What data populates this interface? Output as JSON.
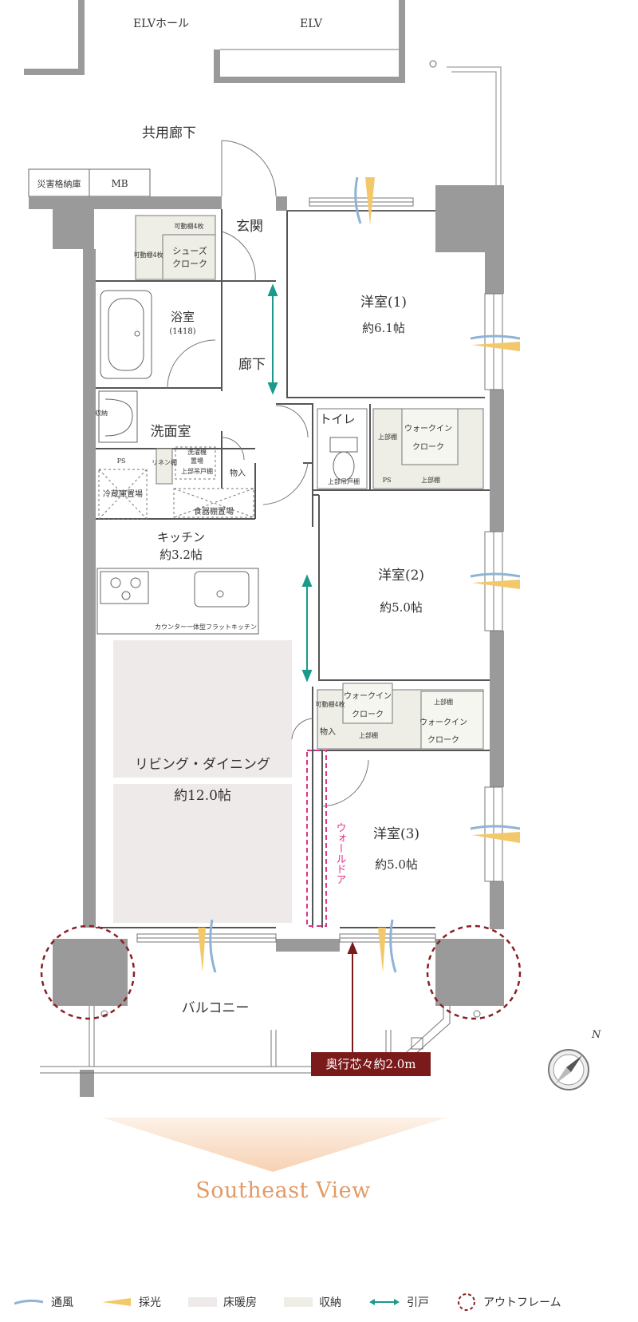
{
  "plan": {
    "elv_hall": "ELVホール",
    "elv": "ELV",
    "corridor": "共用廊下",
    "disaster_storage": "災害格納庫",
    "mb": "MB",
    "entrance": "玄関",
    "shelves_4_top": "可動棚4枚",
    "shelves_4_side": "可動棚4枚",
    "shoes_closet_1": "シューズ",
    "shoes_closet_2": "クローク",
    "bath": "浴室",
    "bath_size": "(1418)",
    "hallway": "廊下",
    "washroom": "洗面室",
    "storage_side": "収納",
    "ps": "PS",
    "linen": "リネン棚",
    "washer_1": "洗濯機",
    "washer_2": "置場",
    "upper_shelf": "上部吊戸棚",
    "fridge": "冷蔵庫置場",
    "storage_in": "物入",
    "dish_shelf": "食器棚置場",
    "kitchen": "キッチン",
    "kitchen_size": "約3.2帖",
    "counter": "カウンター一体型フラットキッチン",
    "living": "リビング・ダイニング",
    "living_size": "約12.0帖",
    "room1": "洋室(1)",
    "room1_size": "約6.1帖",
    "toilet": "トイレ",
    "toilet_shelf": "上部吊戸棚",
    "walkin_1": "ウォークイン",
    "walkin_2": "クローク",
    "upper_shelf_short": "上部棚",
    "room2": "洋室(2)",
    "room2_size": "約5.0帖",
    "shelves_4_b": "可動棚4枚",
    "room3": "洋室(3)",
    "room3_size": "約5.0帖",
    "wall_door": "ウォールドア",
    "balcony": "バルコニー",
    "compass_n": "N"
  },
  "depth_label": "奥行芯々約2.0m",
  "view_label": "Southeast View",
  "legend": [
    {
      "key": "wind",
      "label": "通風"
    },
    {
      "key": "light",
      "label": "採光"
    },
    {
      "key": "floor-heating",
      "label": "床暖房"
    },
    {
      "key": "storage",
      "label": "収納"
    },
    {
      "key": "sliding-door",
      "label": "引戸"
    },
    {
      "key": "outframe",
      "label": "アウトフレーム"
    }
  ],
  "colors": {
    "wall": "#9a9a9a",
    "storage": "#eeeee6",
    "floor_heating": "#efeaea",
    "sliding_arrow": "#1a9a8a",
    "wind": "#8fb3d6",
    "light": "#f2c86a",
    "outframe": "#8a1f24",
    "wall_door": "#e0338c",
    "view_gradient": "#f8dcc4"
  }
}
